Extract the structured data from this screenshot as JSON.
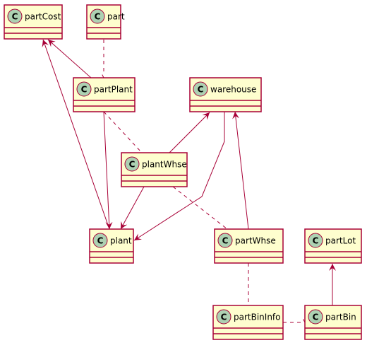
{
  "colors": {
    "class_fill": "#FEFECE",
    "class_border": "#A80036",
    "badge_fill": "#ADD1B2",
    "edge": "#A80036",
    "text": "#000000"
  },
  "badge_letter": "C",
  "classes": {
    "partCost": {
      "name": "partCost"
    },
    "part": {
      "name": "part"
    },
    "partPlant": {
      "name": "partPlant"
    },
    "warehouse": {
      "name": "warehouse"
    },
    "plantWhse": {
      "name": "plantWhse"
    },
    "plant": {
      "name": "plant"
    },
    "partWhse": {
      "name": "partWhse"
    },
    "partLot": {
      "name": "partLot"
    },
    "partBinInfo": {
      "name": "partBinInfo"
    },
    "partBin": {
      "name": "partBin"
    }
  },
  "relations": [
    {
      "from": "partPlant",
      "to": "partCost",
      "style": "solid",
      "head": "arrow"
    },
    {
      "from": "part",
      "to": "partPlant",
      "style": "dashed",
      "head": "fork"
    },
    {
      "from": "partPlant",
      "to": "plantWhse",
      "style": "dashed",
      "head": "fork"
    },
    {
      "from": "partPlant",
      "to": "plant",
      "style": "solid",
      "head": "arrow"
    },
    {
      "from": "plant",
      "to": "partCost",
      "style": "solid",
      "head": "arrow"
    },
    {
      "from": "plantWhse",
      "to": "warehouse",
      "style": "solid",
      "head": "arrow"
    },
    {
      "from": "plantWhse",
      "to": "plant",
      "style": "solid",
      "head": "arrow"
    },
    {
      "from": "warehouse",
      "to": "plant",
      "style": "solid",
      "head": "arrow"
    },
    {
      "from": "plantWhse",
      "to": "partWhse",
      "style": "dashed",
      "head": "fork"
    },
    {
      "from": "partWhse",
      "to": "warehouse",
      "style": "solid",
      "head": "arrow"
    },
    {
      "from": "partWhse",
      "to": "partBinInfo",
      "style": "dashed",
      "head": "fork"
    },
    {
      "from": "partBin",
      "to": "partLot",
      "style": "solid",
      "head": "arrow"
    },
    {
      "from": "partBinInfo",
      "to": "partBin",
      "style": "dashed",
      "head": "fork"
    }
  ]
}
